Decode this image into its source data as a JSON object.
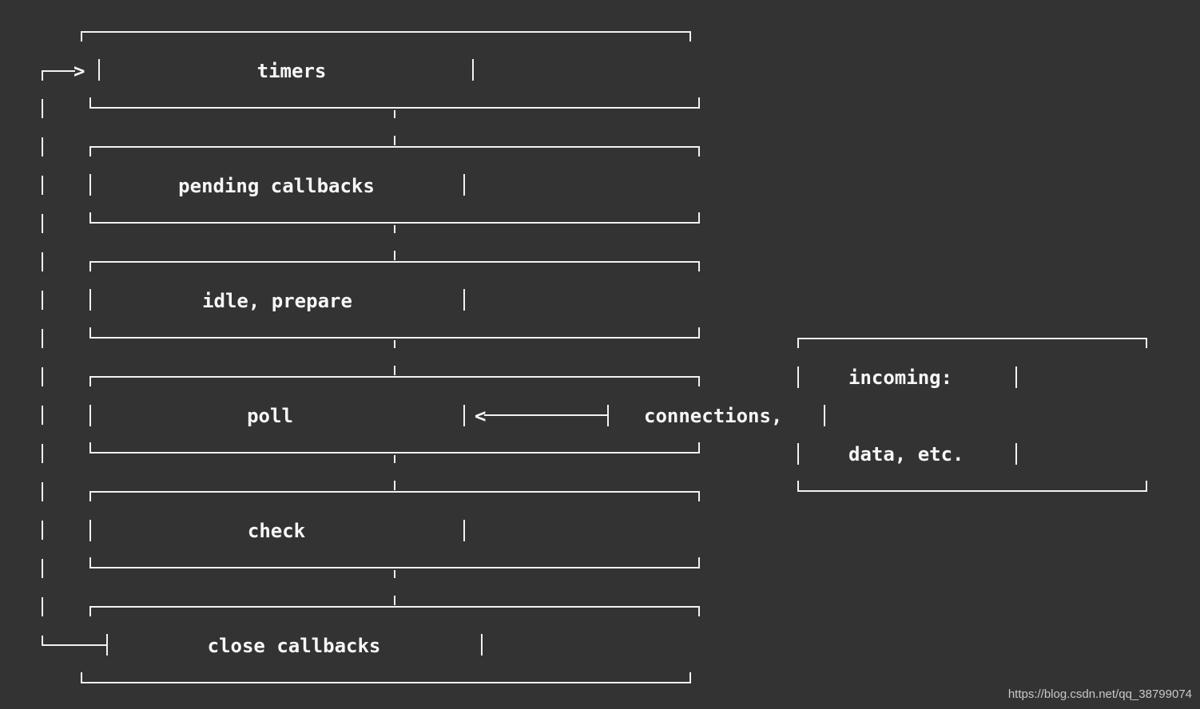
{
  "phases": [
    {
      "id": "timers",
      "label": "timers"
    },
    {
      "id": "pending-callbacks",
      "label": "pending callbacks"
    },
    {
      "id": "idle-prepare",
      "label": "idle, prepare"
    },
    {
      "id": "poll",
      "label": "poll"
    },
    {
      "id": "check",
      "label": "check"
    },
    {
      "id": "close-callbacks",
      "label": "close callbacks"
    }
  ],
  "incoming": {
    "line1": "incoming:",
    "line2": "connections,",
    "line3": "data, etc."
  },
  "arrows": {
    "loop_head": ">",
    "poll_head": "<"
  },
  "watermark": "https://blog.csdn.net/qq_38799074",
  "colors": {
    "background": "#333333",
    "foreground": "#f2f2f2"
  }
}
